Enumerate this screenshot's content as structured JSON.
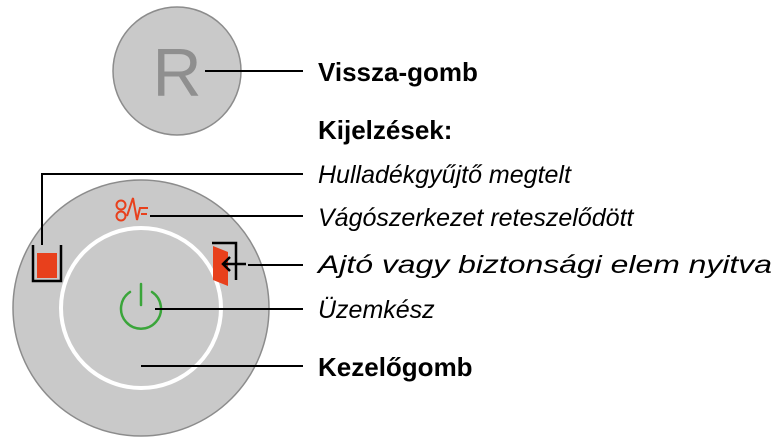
{
  "back_button": {
    "letter": "R",
    "label": "Vissza-gomb"
  },
  "indicators": {
    "heading": "Kijelzések:",
    "waste_full": "Hulladékgyűjtő megtelt",
    "cutter_locked": "Vágószerkezet reteszelődött",
    "door_open": "Ajtó vagy biztonsági elem nyitva",
    "ready": "Üzemkész"
  },
  "control_button": {
    "label": "Kezelőgomb"
  },
  "colors": {
    "button_fill": "#c9c9c9",
    "button_outline": "#8c8c8c",
    "alert_red": "#e8401c",
    "power_green": "#3aa53a",
    "line": "#000000"
  },
  "icons": [
    "waste-bin-icon",
    "cutter-lock-icon",
    "door-open-icon",
    "power-icon"
  ]
}
